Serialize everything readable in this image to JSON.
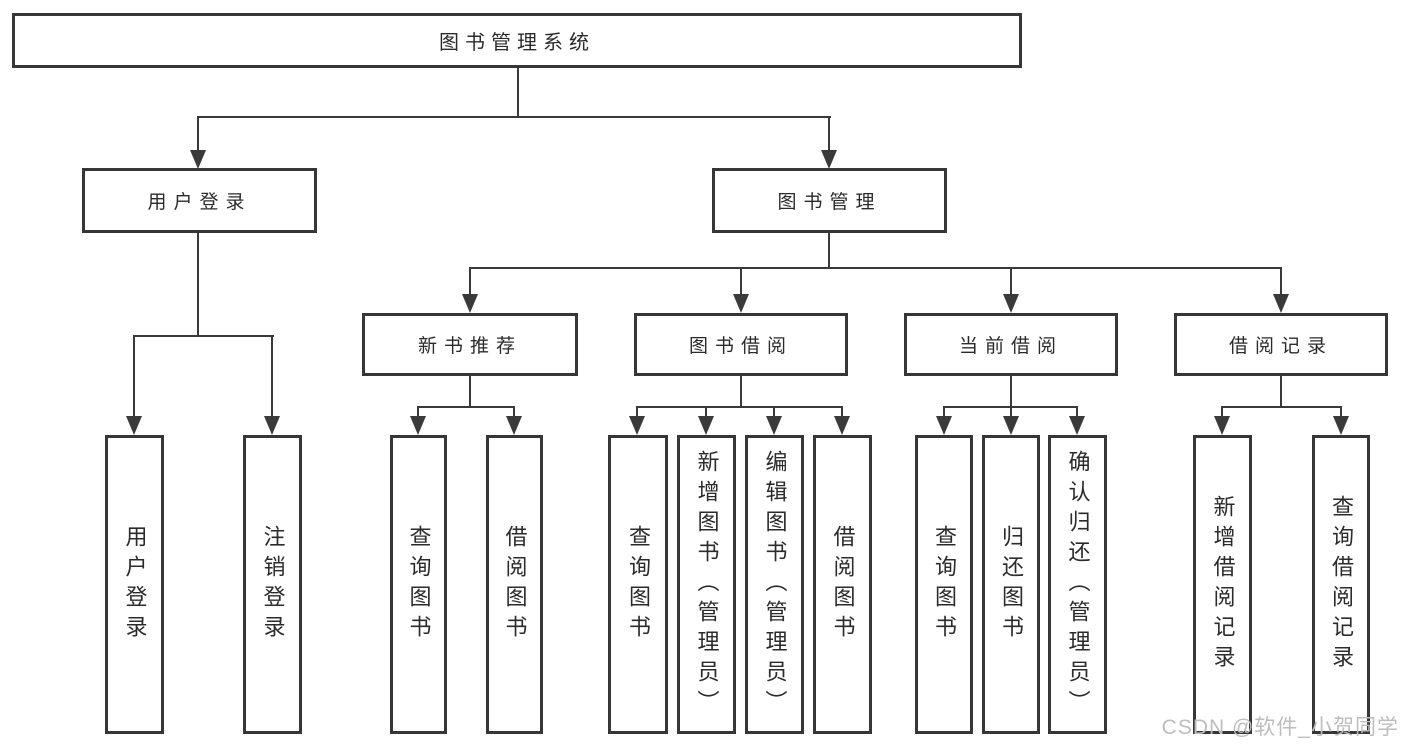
{
  "tree": {
    "label": "图书管理系统",
    "children": [
      {
        "label": "用户登录",
        "children": [
          {
            "label": "用户登录"
          },
          {
            "label": "注销登录"
          }
        ]
      },
      {
        "label": "图书管理",
        "children": [
          {
            "label": "新书推荐",
            "children": [
              {
                "label": "查询图书"
              },
              {
                "label": "借阅图书"
              }
            ]
          },
          {
            "label": "图书借阅",
            "children": [
              {
                "label": "查询图书"
              },
              {
                "label": "新增图书（管理员）"
              },
              {
                "label": "编辑图书（管理员）"
              },
              {
                "label": "借阅图书"
              }
            ]
          },
          {
            "label": "当前借阅",
            "children": [
              {
                "label": "查询图书"
              },
              {
                "label": "归还图书"
              },
              {
                "label": "确认归还（管理员）"
              }
            ]
          },
          {
            "label": "借阅记录",
            "children": [
              {
                "label": "新增借阅记录"
              },
              {
                "label": "查询借阅记录"
              }
            ]
          }
        ]
      }
    ]
  },
  "watermark": "CSDN @软件_小贺同学",
  "colors": {
    "line": "#3a3a3a",
    "border": "#363636",
    "text": "#2b2b2b",
    "watermark": "#bdbdbd",
    "background": "#ffffff"
  }
}
